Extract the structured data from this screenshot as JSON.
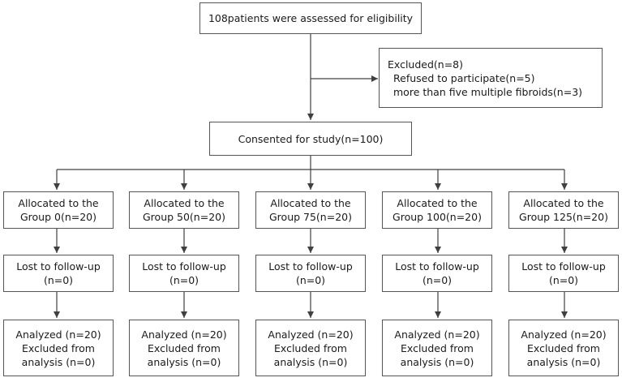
{
  "colors": {
    "line": "#404040",
    "border": "#555555",
    "text": "#1a1a1a"
  },
  "assessed": {
    "label": "108patients were assessed for eligibility"
  },
  "excluded": {
    "title": "Excluded(n=8)",
    "line1": "Refused to participate(n=5)",
    "line2": "more than five multiple fibroids(n=3)"
  },
  "consented": {
    "label": "Consented for study(n=100)"
  },
  "groups": [
    {
      "alloc1": "Allocated to the",
      "alloc2": "Group 0(n=20)",
      "lost1": "Lost to follow-up",
      "lost2": "(n=0)",
      "an1": "Analyzed (n=20)",
      "an2": "Excluded from",
      "an3": "analysis (n=0)"
    },
    {
      "alloc1": "Allocated to the",
      "alloc2": "Group 50(n=20)",
      "lost1": "Lost to follow-up",
      "lost2": "(n=0)",
      "an1": "Analyzed (n=20)",
      "an2": "Excluded from",
      "an3": "analysis (n=0)"
    },
    {
      "alloc1": "Allocated to the",
      "alloc2": "Group 75(n=20)",
      "lost1": "Lost to follow-up",
      "lost2": "(n=0)",
      "an1": "Analyzed (n=20)",
      "an2": "Excluded from",
      "an3": "analysis (n=0)"
    },
    {
      "alloc1": "Allocated to the",
      "alloc2": "Group 100(n=20)",
      "lost1": "Lost to follow-up",
      "lost2": "(n=0)",
      "an1": "Analyzed (n=20)",
      "an2": "Excluded from",
      "an3": "analysis (n=0)"
    },
    {
      "alloc1": "Allocated to the",
      "alloc2": "Group 125(n=20)",
      "lost1": "Lost to follow-up",
      "lost2": "(n=0)",
      "an1": "Analyzed (n=20)",
      "an2": "Excluded from",
      "an3": "analysis (n=0)"
    }
  ]
}
